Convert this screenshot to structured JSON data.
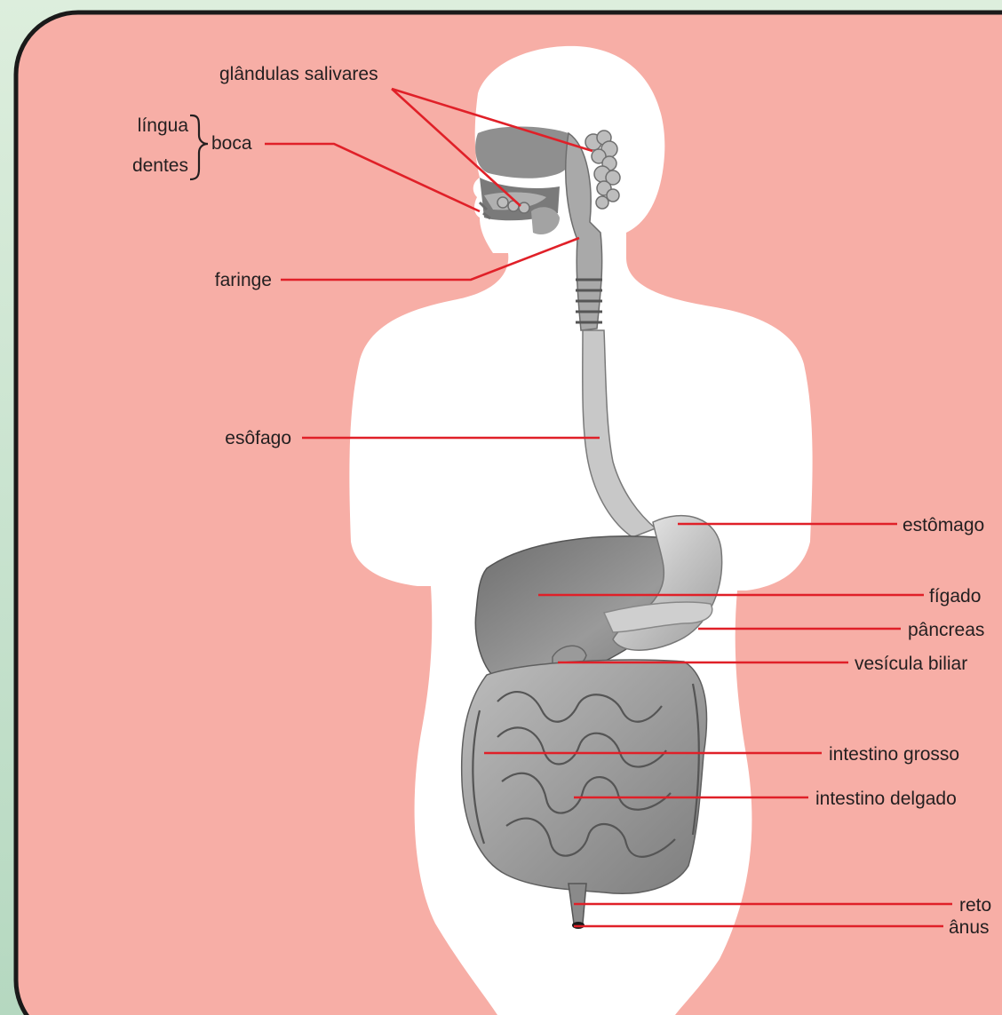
{
  "colors": {
    "panel_background": "#f7aea6",
    "panel_border": "#1a1a1a",
    "body_silhouette": "#ffffff",
    "leader_lines": "#e02028",
    "organs": "#8c8c8c",
    "outer_background": "#c9e3cf"
  },
  "labels": {
    "glandulas_salivares": "glândulas salivares",
    "lingua": "língua",
    "boca": "boca",
    "dentes": "dentes",
    "faringe": "faringe",
    "esofago": "esôfago",
    "estomago": "estômago",
    "figado": "fígado",
    "pancreas": "pâncreas",
    "vesicula_biliar": "vesícula biliar",
    "intestino_grosso": "intestino grosso",
    "intestino_delgado": "intestino delgado",
    "reto": "reto",
    "anus": "ânus"
  }
}
